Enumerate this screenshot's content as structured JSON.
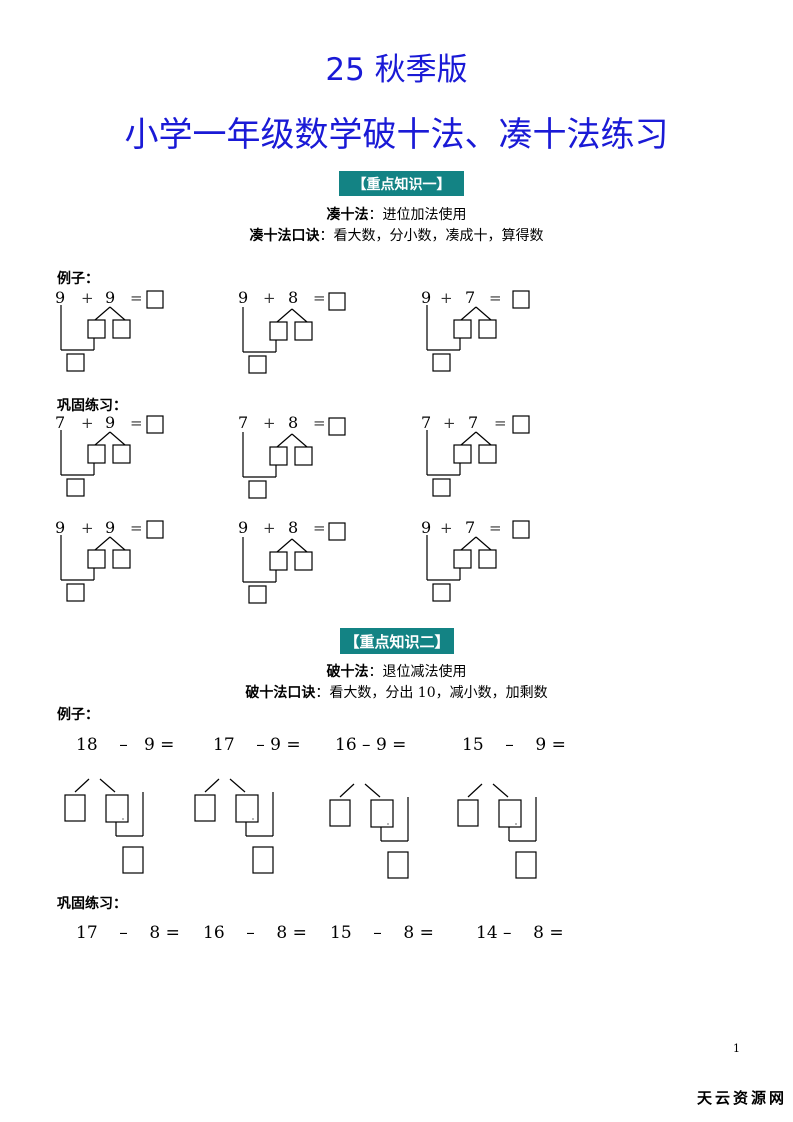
{
  "header": {
    "title_line1": "25 秋季版",
    "title_line2": "小学一年级数学破十法、凑十法练习"
  },
  "section1": {
    "badge": "【重点知识一】",
    "rule_name": "凑十法",
    "rule_colon": "：",
    "rule_text": "进位加法使用",
    "mnemonic_name": "凑十法口诀",
    "mnemonic_colon": "：",
    "mnemonic_text": "看大数，分小数，凑成十，算得数",
    "example_label": "例子：",
    "practice_label": "巩固练习：",
    "examples": [
      {
        "a": "9",
        "op": "+",
        "b": "9",
        "eq": "="
      },
      {
        "a": "9",
        "op": "+",
        "b": "8",
        "eq": "="
      },
      {
        "a": "9",
        "op": "+",
        "b": "7",
        "eq": "="
      }
    ],
    "practice_row1": [
      {
        "a": "7",
        "op": "+",
        "b": "9",
        "eq": "="
      },
      {
        "a": "7",
        "op": "+",
        "b": "8",
        "eq": "="
      },
      {
        "a": "7",
        "op": "+",
        "b": "7",
        "eq": "="
      }
    ],
    "practice_row2": [
      {
        "a": "9",
        "op": "+",
        "b": "9",
        "eq": "="
      },
      {
        "a": "9",
        "op": "+",
        "b": "8",
        "eq": "="
      },
      {
        "a": "9",
        "op": "+",
        "b": "7",
        "eq": "="
      }
    ]
  },
  "section2": {
    "badge": "【重点知识二】",
    "rule_name": "破十法",
    "rule_colon": "：",
    "rule_text": "退位减法使用",
    "mnemonic_name": "破十法口诀",
    "mnemonic_colon": "：",
    "mnemonic_text": "看大数，分出 10，减小数，加剩数",
    "example_label": "例子：",
    "practice_label": "巩固练习：",
    "examples": [
      {
        "text": "18    –   9 ="
      },
      {
        "text": "17    – 9 ="
      },
      {
        "text": "16 – 9 ="
      },
      {
        "text": "15    –    9 ="
      }
    ],
    "practice": [
      {
        "text": "17    –    8 ="
      },
      {
        "text": "16    –    8 ="
      },
      {
        "text": "15    –    8 ="
      },
      {
        "text": "14 –    8 ="
      }
    ]
  },
  "footer": {
    "page_number": "1",
    "watermark": "天云资源网"
  },
  "colors": {
    "title": "#1a1ad6",
    "badge_bg": "#138384",
    "badge_text": "#ffffff"
  }
}
